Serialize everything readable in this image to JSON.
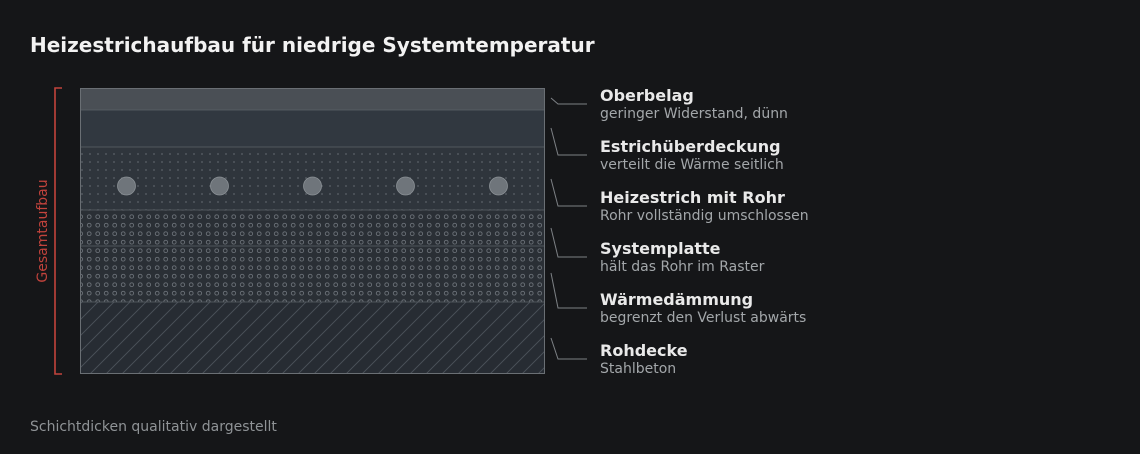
{
  "title": "Heizestrichaufbau für niedrige Systemtemperatur",
  "footnote": "Schichtdicken qualitativ dargestellt",
  "bracket": {
    "label": "Gesamtaufbau",
    "color": "#c2433c"
  },
  "layers": [
    {
      "name": "Oberbelag",
      "desc": "geringer Widerstand, dünn",
      "color": "#4a4f55"
    },
    {
      "name": "Estrichüberdeckung",
      "desc": "verteilt die Wärme seitlich",
      "color": "#313840"
    },
    {
      "name": "Heizestrich mit Rohr",
      "desc": "Rohr vollständig umschlossen",
      "color": "#2f353c"
    },
    {
      "name": "Systemplatte",
      "desc": "hält das Rohr im Raster",
      "color": "#2a2f35"
    },
    {
      "name": "Wärmedämmung",
      "desc": "begrenzt den Verlust abwärts",
      "color": "#2a2f35"
    },
    {
      "name": "Rohdecke",
      "desc": "Stahlbeton",
      "color": "#272c33"
    }
  ],
  "pipe": {
    "count": 5,
    "color": "#6f757b"
  },
  "colors": {
    "background": "#151618",
    "leader": "#7d8185",
    "border": "#6a6f74"
  }
}
